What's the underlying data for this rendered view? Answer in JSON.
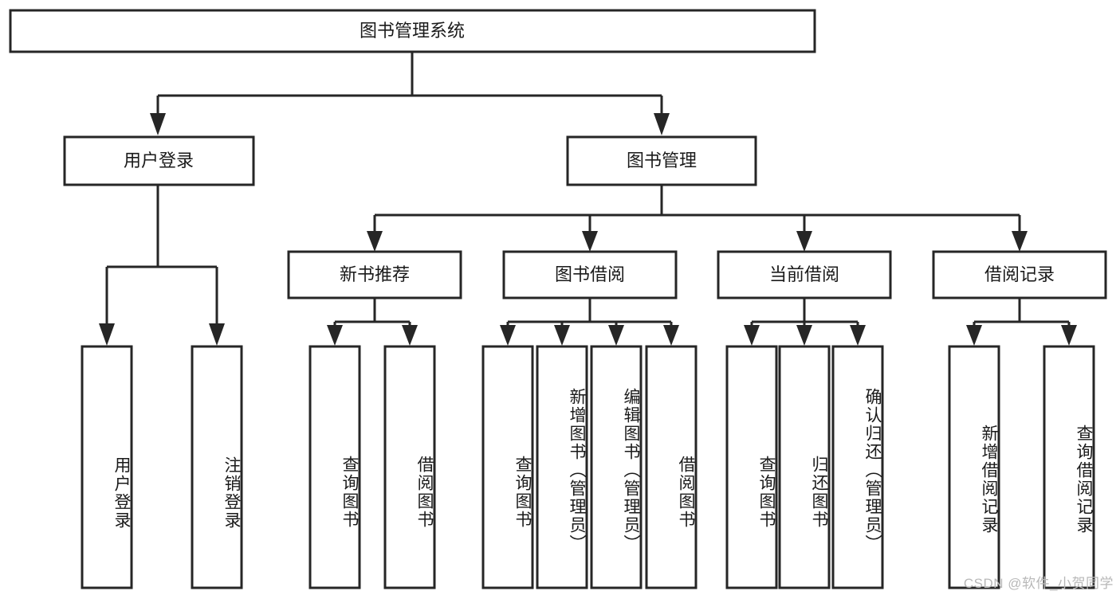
{
  "diagram": {
    "type": "tree-hierarchy",
    "orientation": "top-down",
    "title": "图书管理系统",
    "root": {
      "id": "root",
      "label": "图书管理系统"
    },
    "level2": [
      {
        "id": "user-login",
        "label": "用户登录"
      },
      {
        "id": "book-manage",
        "label": "图书管理"
      }
    ],
    "level3": [
      {
        "id": "new-book-recommend",
        "label": "新书推荐",
        "parent": "book-manage"
      },
      {
        "id": "book-borrow",
        "label": "图书借阅",
        "parent": "book-manage"
      },
      {
        "id": "current-borrow",
        "label": "当前借阅",
        "parent": "book-manage"
      },
      {
        "id": "borrow-record",
        "label": "借阅记录",
        "parent": "book-manage"
      }
    ],
    "leaves": [
      {
        "id": "leaf-user-login",
        "label": "用户登录",
        "parent": "user-login"
      },
      {
        "id": "leaf-user-logout",
        "label": "注销登录",
        "parent": "user-login"
      },
      {
        "id": "leaf-query-book-1",
        "label": "查询图书",
        "parent": "new-book-recommend"
      },
      {
        "id": "leaf-borrow-book-1",
        "label": "借阅图书",
        "parent": "new-book-recommend"
      },
      {
        "id": "leaf-query-book-2",
        "label": "查询图书",
        "parent": "book-borrow"
      },
      {
        "id": "leaf-add-book",
        "label": "新增图书（管理员）",
        "parent": "book-borrow"
      },
      {
        "id": "leaf-edit-book",
        "label": "编辑图书（管理员）",
        "parent": "book-borrow"
      },
      {
        "id": "leaf-borrow-book-2",
        "label": "借阅图书",
        "parent": "book-borrow"
      },
      {
        "id": "leaf-query-book-3",
        "label": "查询图书",
        "parent": "current-borrow"
      },
      {
        "id": "leaf-return-book",
        "label": "归还图书",
        "parent": "current-borrow"
      },
      {
        "id": "leaf-confirm-return",
        "label": "确认归还（管理员）",
        "parent": "current-borrow"
      },
      {
        "id": "leaf-add-record",
        "label": "新增借阅记录",
        "parent": "borrow-record"
      },
      {
        "id": "leaf-query-record",
        "label": "查询借阅记录",
        "parent": "borrow-record"
      }
    ]
  },
  "watermark": {
    "text": "CSDN @软件_小贺同学"
  },
  "colors": {
    "stroke": "#262626",
    "box_fill": "#ffffff",
    "text": "#1a1a1a",
    "watermark": "#b8b8b8",
    "background": "#ffffff"
  }
}
